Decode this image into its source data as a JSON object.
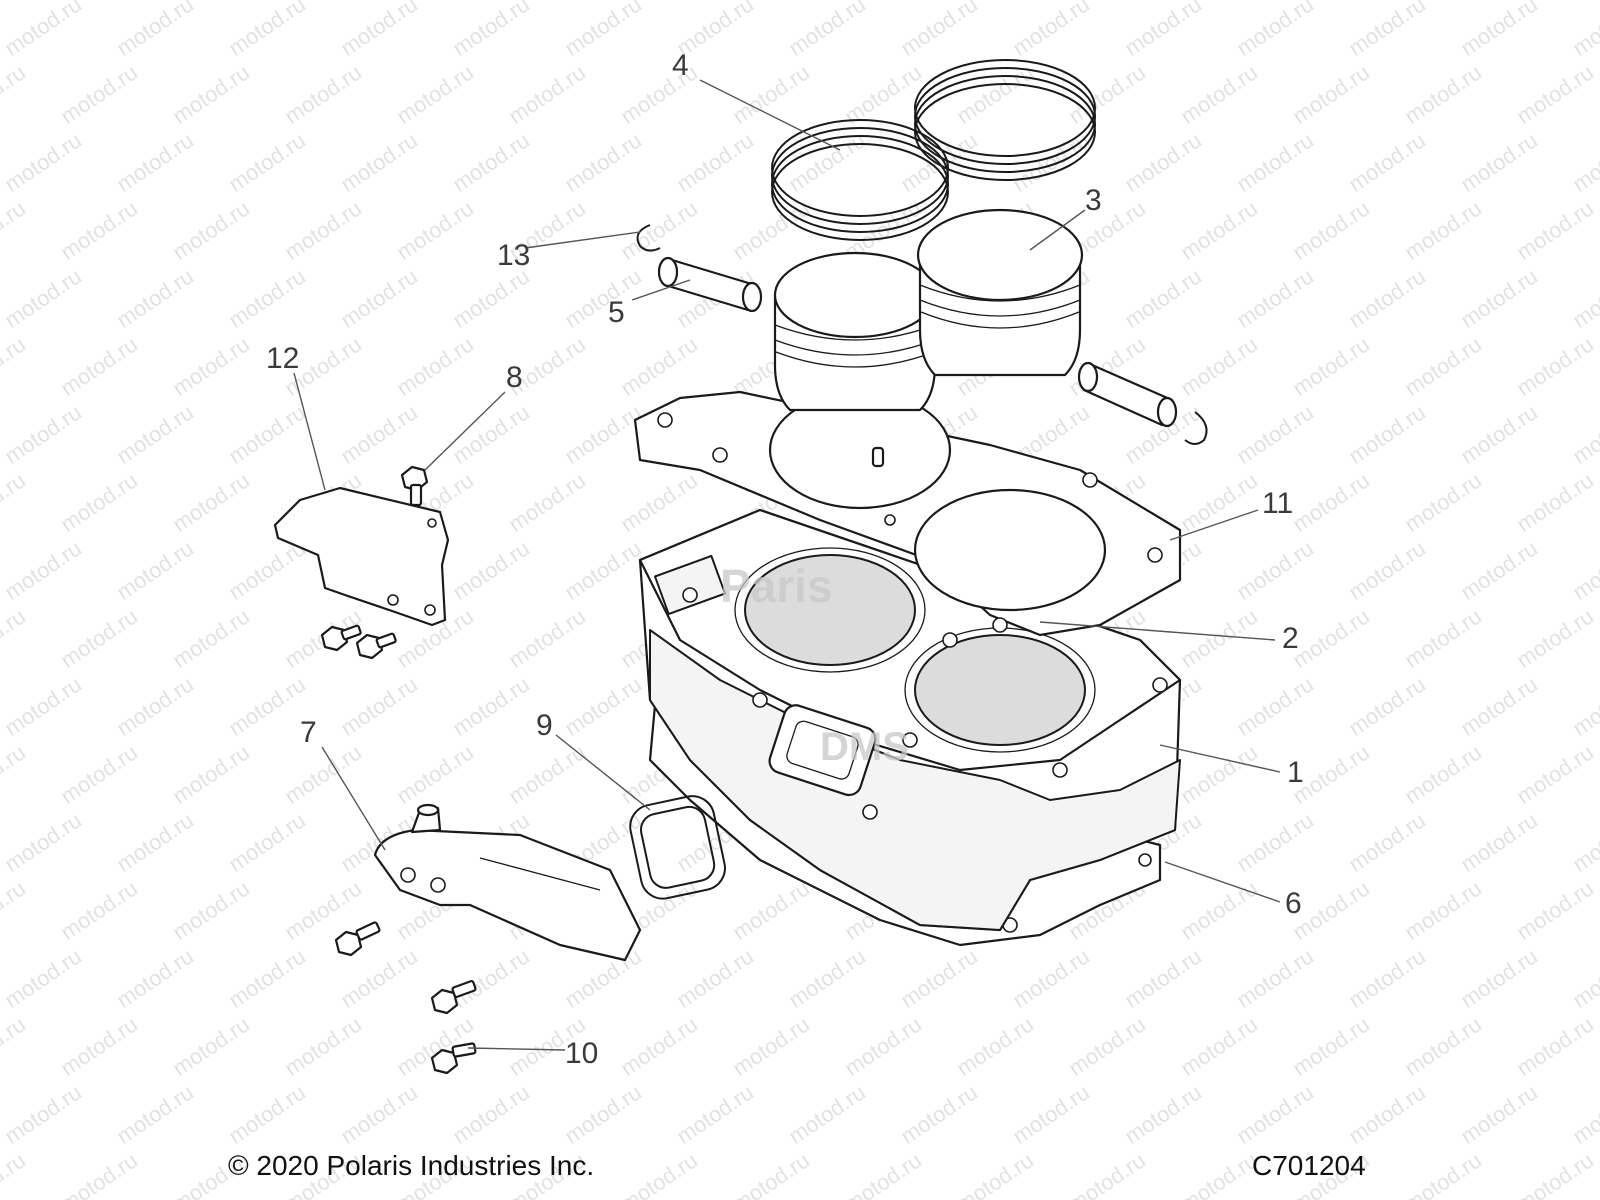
{
  "diagram": {
    "callouts": [
      {
        "id": "1",
        "label": "1"
      },
      {
        "id": "2",
        "label": "2"
      },
      {
        "id": "3",
        "label": "3"
      },
      {
        "id": "4",
        "label": "4"
      },
      {
        "id": "5",
        "label": "5"
      },
      {
        "id": "6",
        "label": "6"
      },
      {
        "id": "7",
        "label": "7"
      },
      {
        "id": "8",
        "label": "8"
      },
      {
        "id": "9",
        "label": "9"
      },
      {
        "id": "10",
        "label": "10"
      },
      {
        "id": "11",
        "label": "11"
      },
      {
        "id": "12",
        "label": "12"
      },
      {
        "id": "13",
        "label": "13"
      }
    ],
    "watermark_text": "motod.ru",
    "overlay_logo_text": "Paris",
    "overlay_logo_text_2": "DMS"
  },
  "footer": {
    "copyright": "© 2020 Polaris Industries Inc.",
    "figure_id": "C701204"
  },
  "colors": {
    "line": "#1a1a1a",
    "bore_fill": "#dcdcdc",
    "watermark": "#e2e2e2",
    "background": "#ffffff"
  }
}
